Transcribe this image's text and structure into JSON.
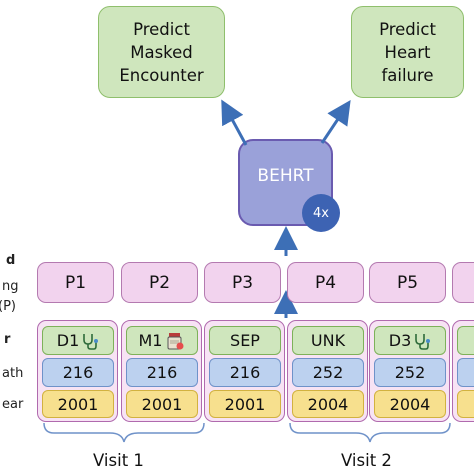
{
  "predict_boxes": {
    "masked": "Predict\nMasked\nEncounter",
    "heart": "Predict\nHeart\nfailure"
  },
  "model": {
    "label": "BEHRT",
    "badge": "4x"
  },
  "row_labels": {
    "l1": "d",
    "l2": "ng",
    "l3": "(P)",
    "l4": "r",
    "l5": "ath",
    "l6": "ear"
  },
  "positions": [
    "P1",
    "P2",
    "P3",
    "P4",
    "P5"
  ],
  "codes": [
    "D1",
    "M1",
    "SEP",
    "UNK",
    "D3"
  ],
  "ages": [
    "216",
    "216",
    "216",
    "252",
    "252"
  ],
  "years": [
    "2001",
    "2001",
    "2001",
    "2004",
    "2004"
  ],
  "visits": [
    "Visit 1",
    "Visit 2"
  ],
  "colors": {
    "predict_fill": "#cfe6bd",
    "behrt_fill": "#9aa1d9",
    "badge_fill": "#3d63b3",
    "position_fill": "#f2d3ee",
    "code_fill": "#cfe6bd",
    "age_fill": "#bcd1ef",
    "year_fill": "#f7e08e",
    "arrow": "#3d6fb6"
  },
  "icons": [
    "stethoscope-icon",
    "pill-bottle-icon",
    "stethoscope-icon"
  ]
}
